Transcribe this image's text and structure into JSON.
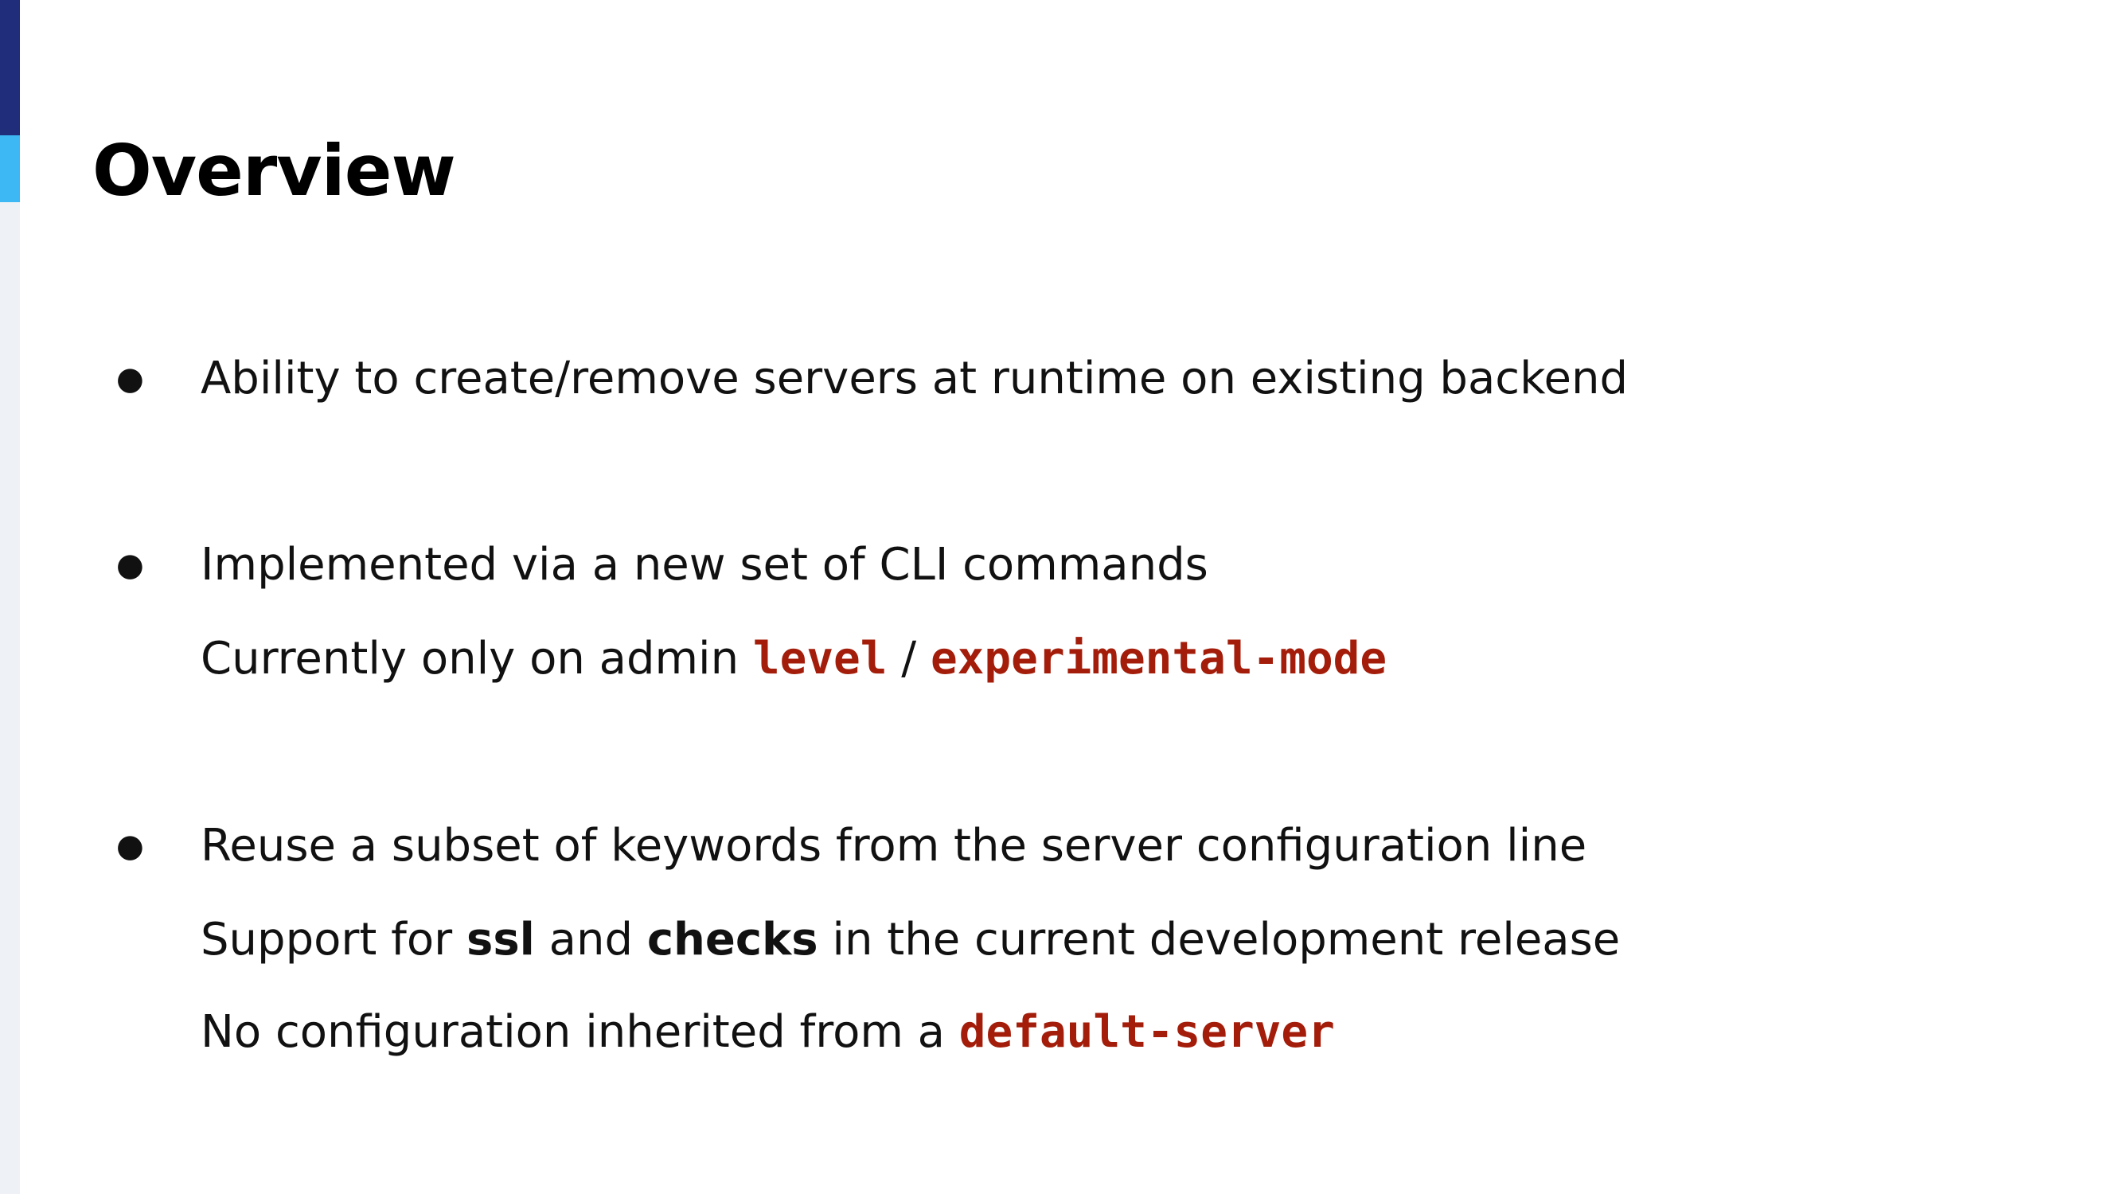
{
  "title": "Overview",
  "colors": {
    "accent_dark": "#1f2d7a",
    "accent_light": "#3db8f5",
    "sidebar": "#eef2f7",
    "code_red": "#a31d0a"
  },
  "bullet_symbol": "●",
  "bullets": [
    {
      "text": "Ability to create/remove servers at runtime on existing backend"
    },
    {
      "text": "Implemented via a new set of CLI commands",
      "sub": {
        "prefix": "Currently only on admin ",
        "code1": "level",
        "separator": " / ",
        "code2": "experimental-mode"
      }
    },
    {
      "text": "Reuse a subset of keywords from the server configuration line",
      "sub1": {
        "prefix": "Support for ",
        "bold1": "ssl",
        "middle": " and ",
        "bold2": "checks",
        "suffix": " in the current development release"
      },
      "sub2": {
        "prefix": "No configuration inherited from a ",
        "code": "default-server"
      }
    }
  ]
}
